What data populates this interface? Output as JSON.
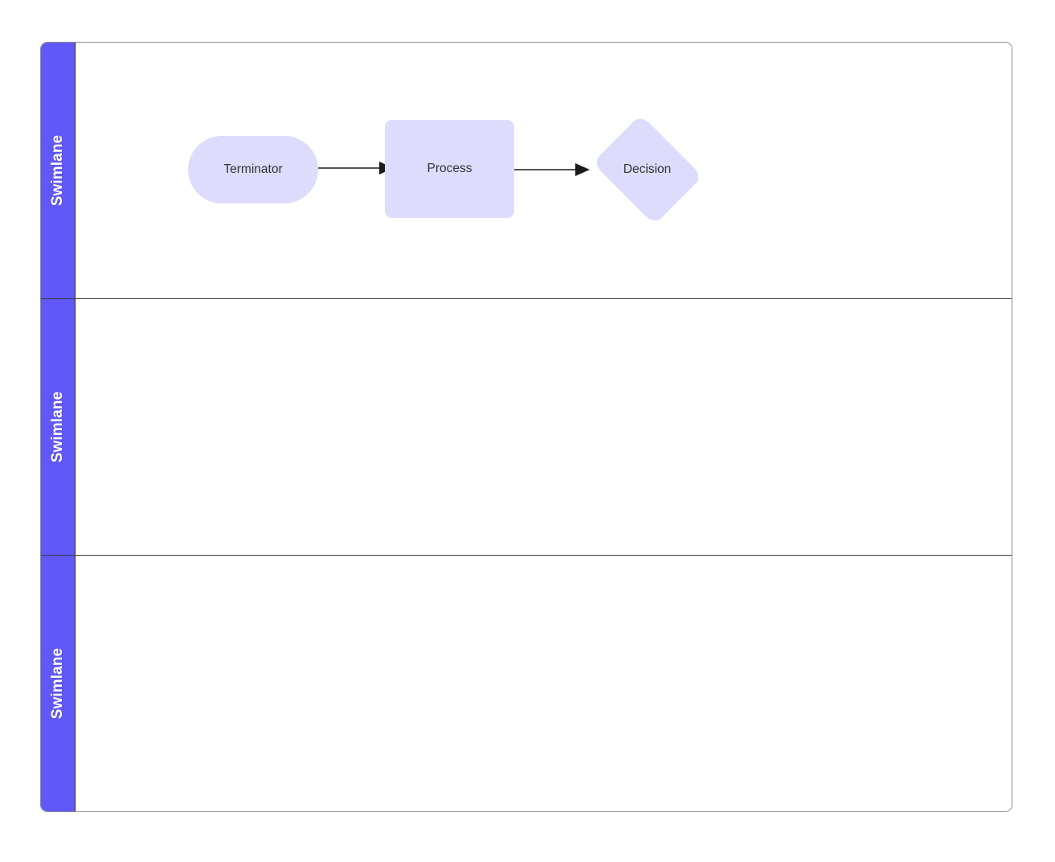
{
  "diagram": {
    "type": "swimlane-flowchart",
    "background_color": "#ffffff",
    "pool": {
      "border_color": "#8c8c93",
      "lane_divider_color": "#3a3a42",
      "lane_header_color": "#6058f8",
      "lane_header_text_color": "#ffffff",
      "shape_fill_color": "#dedcfc",
      "shape_text_color": "#333333",
      "connector_color": "#1b1b1b"
    },
    "lanes": [
      {
        "id": "lane-1",
        "label": "Swimlane",
        "nodes": [
          {
            "id": "terminator",
            "label": "Terminator",
            "shape": "stadium"
          },
          {
            "id": "process",
            "label": "Process",
            "shape": "rounded-rectangle"
          },
          {
            "id": "decision",
            "label": "Decision",
            "shape": "diamond"
          }
        ],
        "edges": [
          {
            "id": "edge-1",
            "from": "terminator",
            "to": "process",
            "label": "",
            "arrow": "single"
          },
          {
            "id": "edge-2",
            "from": "process",
            "to": "decision",
            "label": "",
            "arrow": "single"
          }
        ]
      },
      {
        "id": "lane-2",
        "label": "Swimlane",
        "nodes": [],
        "edges": []
      },
      {
        "id": "lane-3",
        "label": "Swimlane",
        "nodes": [],
        "edges": []
      }
    ]
  }
}
